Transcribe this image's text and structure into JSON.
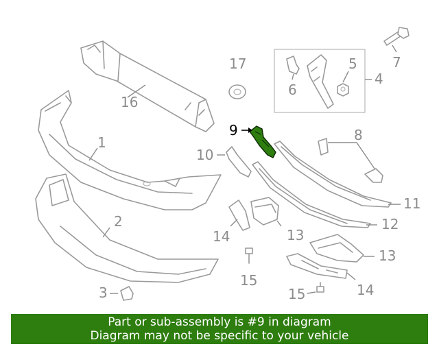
{
  "callouts": {
    "c1": "1",
    "c2": "2",
    "c3": "3",
    "c4": "4",
    "c5": "5",
    "c6": "6",
    "c7": "7",
    "c8": "8",
    "c9": "9",
    "c10": "10",
    "c11": "11",
    "c12": "12",
    "c13a": "13",
    "c13b": "13",
    "c14a": "14",
    "c14b": "14",
    "c15a": "15",
    "c15b": "15",
    "c16": "16",
    "c17": "17"
  },
  "highlight": {
    "part": "9",
    "color": "#2e7d0f"
  },
  "banner": {
    "line1": "Part or sub-assembly is #9 in diagram",
    "line2": "Diagram may not be specific to your vehicle",
    "background": "#2e7d0f"
  }
}
